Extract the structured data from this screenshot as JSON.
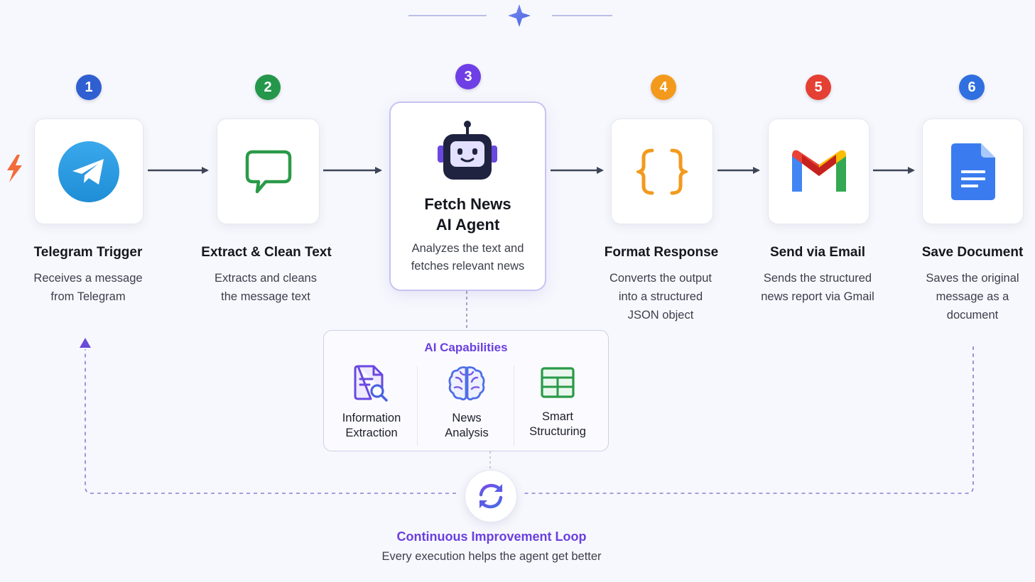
{
  "steps": [
    {
      "number": "1",
      "title": "Telegram Trigger",
      "desc_lines": [
        "Receives a message",
        "from Telegram"
      ],
      "icon": "telegram-icon",
      "badge_color": "#2f5fd0"
    },
    {
      "number": "2",
      "title": "Extract & Clean Text",
      "desc_lines": [
        "Extracts and cleans",
        "the message text"
      ],
      "icon": "chat-bubble-icon",
      "badge_color": "#25974a"
    },
    {
      "number": "3",
      "title_lines": [
        "Fetch News",
        "AI Agent"
      ],
      "desc_lines": [
        "Analyzes the text and",
        "fetches relevant news"
      ],
      "icon": "robot-icon",
      "badge_color": "#6f3fe6"
    },
    {
      "number": "4",
      "title": "Format Response",
      "desc_lines": [
        "Converts the output",
        "into a structured",
        "JSON object"
      ],
      "icon": "curly-braces-icon",
      "badge_color": "#f39a1d"
    },
    {
      "number": "5",
      "title": "Send via Email",
      "desc_lines": [
        "Sends the structured",
        "news report via Gmail"
      ],
      "icon": "gmail-icon",
      "badge_color": "#e54034"
    },
    {
      "number": "6",
      "title": "Save Document",
      "desc_lines": [
        "Saves the original",
        "message as a",
        "document"
      ],
      "icon": "google-docs-icon",
      "badge_color": "#2f6fe0"
    }
  ],
  "capabilities": {
    "title": "AI Capabilities",
    "items": [
      {
        "label_lines": [
          "Information",
          "Extraction"
        ],
        "icon": "document-search-icon"
      },
      {
        "label_lines": [
          "News",
          "Analysis"
        ],
        "icon": "brain-icon"
      },
      {
        "label_lines": [
          "Smart",
          "Structuring"
        ],
        "icon": "table-grid-icon"
      }
    ]
  },
  "loop": {
    "title": "Continuous Improvement Loop",
    "subtitle": "Every execution helps the agent get better",
    "icon": "refresh-cycle-icon"
  },
  "colors": {
    "accent_purple": "#6a3fe0",
    "arrow": "#3e4656",
    "trigger_bolt": "#f26b3a",
    "loop_dash": "#8e7ad6"
  }
}
